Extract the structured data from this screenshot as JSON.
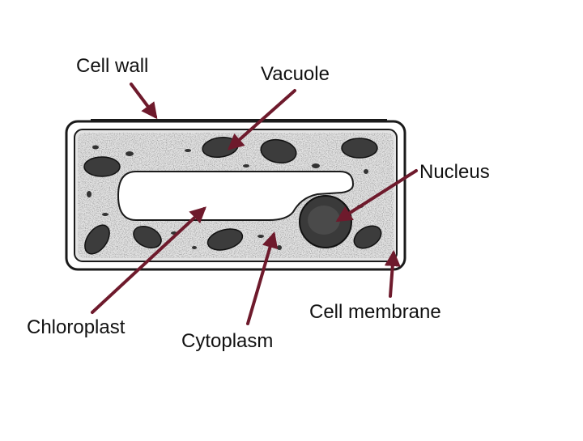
{
  "labels": {
    "cell_wall": "Cell wall",
    "vacuole": "Vacuole",
    "nucleus": "Nucleus",
    "cell_membrane": "Cell membrane",
    "chloroplast": "Chloroplast",
    "cytoplasm": "Cytoplasm"
  },
  "colors": {
    "arrow": "#6e1a2c",
    "outline": "#1a1a1a",
    "cytoplasm_fill": "#e3e3e3",
    "organelle_fill": "#3c3c3c",
    "vacuole_fill": "#ffffff"
  }
}
